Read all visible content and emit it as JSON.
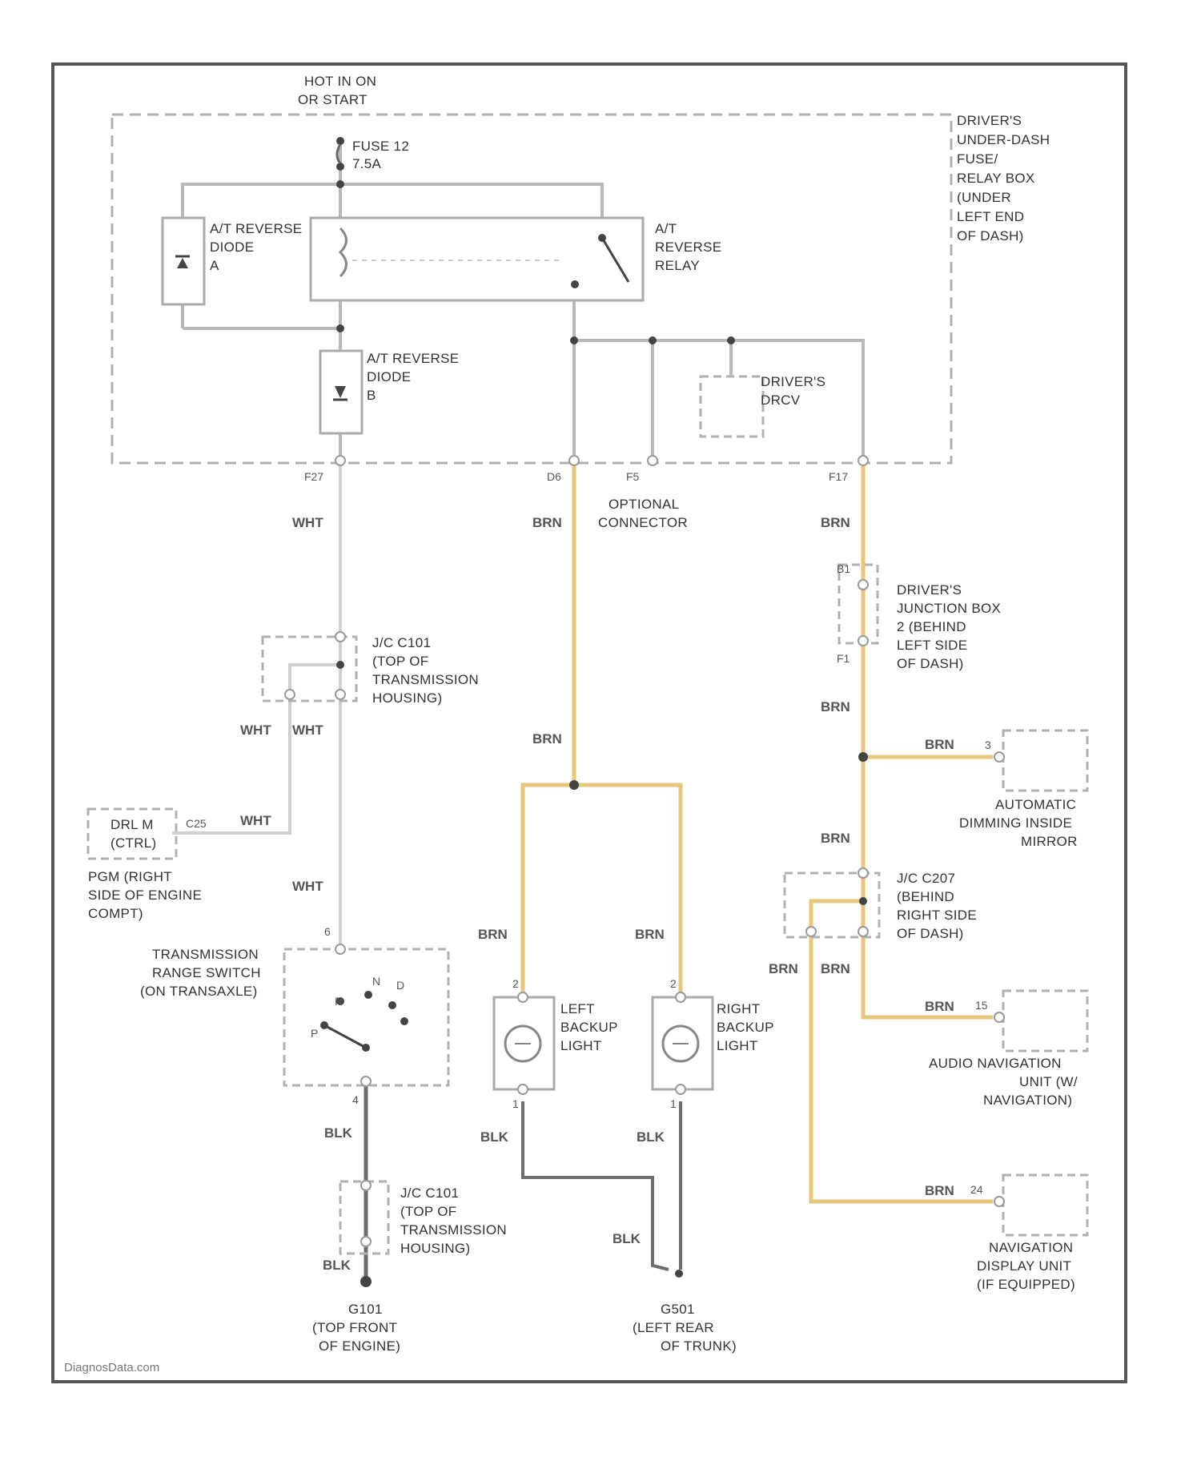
{
  "diagram": {
    "power_source": [
      "HOT IN ON",
      "OR START"
    ],
    "fuse": [
      "FUSE 12",
      "7.5A"
    ],
    "fuse_box": [
      "DRIVER'S",
      "UNDER-DASH",
      "FUSE/",
      "RELAY BOX",
      "(UNDER",
      "LEFT END",
      "OF DASH)"
    ],
    "diode_a": [
      "A/T REVERSE",
      "DIODE",
      "A"
    ],
    "diode_b": [
      "A/T REVERSE",
      "DIODE",
      "B"
    ],
    "relay": [
      "A/T",
      "REVERSE",
      "RELAY"
    ],
    "drivers_drcv": [
      "DRIVER'S",
      "DRCV"
    ],
    "optional_connector": [
      "OPTIONAL",
      "CONNECTOR"
    ],
    "pins": {
      "f27": "F27",
      "d6": "D6",
      "f5": "F5",
      "f17": "F17",
      "b1": "B1",
      "f1": "F1",
      "pin6": "6",
      "pin4": "4",
      "pin2a": "2",
      "pin2b": "2",
      "pin1a": "1",
      "pin1b": "1",
      "pin3": "3",
      "pin15": "15",
      "pin24": "24",
      "c25": "C25",
      "g101": "G101",
      "g501": "G501"
    },
    "wire_colors": {
      "wht": "WHT",
      "brn": "BRN",
      "blk": "BLK"
    },
    "jc_c101_top": [
      "J/C C101",
      "(TOP OF",
      "TRANSMISSION",
      "HOUSING)"
    ],
    "jc_c101_bottom": [
      "J/C C101",
      "(TOP OF",
      "TRANSMISSION",
      "HOUSING)"
    ],
    "drlm": [
      "DRL M",
      "(CTRL)"
    ],
    "pgm_location": [
      "PGM (RIGHT",
      "SIDE OF ENGINE",
      "COMPT)"
    ],
    "range_switch": [
      "TRANSMISSION",
      "RANGE SWITCH",
      "(ON TRANSAXLE)"
    ],
    "range_positions": [
      "R",
      "N",
      "D",
      "P"
    ],
    "left_backup": [
      "LEFT",
      "BACKUP",
      "LIGHT"
    ],
    "right_backup": [
      "RIGHT",
      "BACKUP",
      "LIGHT"
    ],
    "junction_box": [
      "DRIVER'S",
      "JUNCTION BOX",
      "2 (BEHIND",
      "LEFT SIDE",
      "OF DASH)"
    ],
    "auto_dimming": [
      "AUTOMATIC",
      "DIMMING INSIDE",
      "MIRROR"
    ],
    "jc_c207": [
      "J/C C207",
      "(BEHIND",
      "RIGHT SIDE",
      "OF DASH)"
    ],
    "audio_nav": [
      "AUDIO NAVIGATION",
      "UNIT (W/",
      "NAVIGATION)"
    ],
    "nav_display": [
      "NAVIGATION",
      "DISPLAY UNIT",
      "(IF EQUIPPED)"
    ],
    "g101_loc": [
      "(TOP FRONT",
      "OF ENGINE)"
    ],
    "g501_loc": [
      "(LEFT REAR",
      "OF TRUNK)"
    ],
    "credit": "DiagnosData.com",
    "colors": {
      "frame": "#555555",
      "wire": "#b8b8b8",
      "brn_wire": "#e6c77c",
      "blk_wire": "#6e6e6e",
      "dashed": "#b0b0b0"
    }
  }
}
